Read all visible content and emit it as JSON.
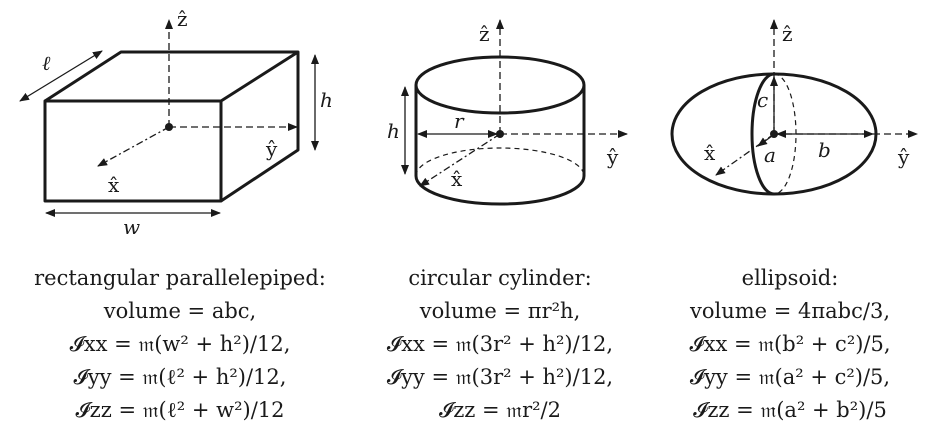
{
  "shapes": [
    {
      "id": "box",
      "labels": {
        "z": "ẑ",
        "y": "ŷ",
        "x": "x̂",
        "l": "ℓ",
        "h": "h",
        "w": "w"
      },
      "caption": [
        "rectangular parallelepiped:",
        "volume = abc,",
        "𝓘xx = 𝔪(w² + h²)/12,",
        "𝓘yy = 𝔪(ℓ² + h²)/12,",
        "𝓘zz = 𝔪(ℓ² + w²)/12"
      ]
    },
    {
      "id": "cylinder",
      "labels": {
        "z": "ẑ",
        "y": "ŷ",
        "x": "x̂",
        "r": "r",
        "h": "h"
      },
      "caption": [
        "circular cylinder:",
        "volume = πr²h,",
        "𝓘xx = 𝔪(3r² + h²)/12,",
        "𝓘yy = 𝔪(3r² + h²)/12,",
        "𝓘zz = 𝔪r²/2"
      ]
    },
    {
      "id": "ellipsoid",
      "labels": {
        "z": "ẑ",
        "y": "ŷ",
        "x": "x̂",
        "a": "a",
        "b": "b",
        "c": "c"
      },
      "caption": [
        "ellipsoid:",
        "volume = 4πabc/3,",
        "𝓘xx = 𝔪(b² + c²)/5,",
        "𝓘yy = 𝔪(a² + c²)/5,",
        "𝓘zz = 𝔪(a² + b²)/5"
      ]
    }
  ]
}
